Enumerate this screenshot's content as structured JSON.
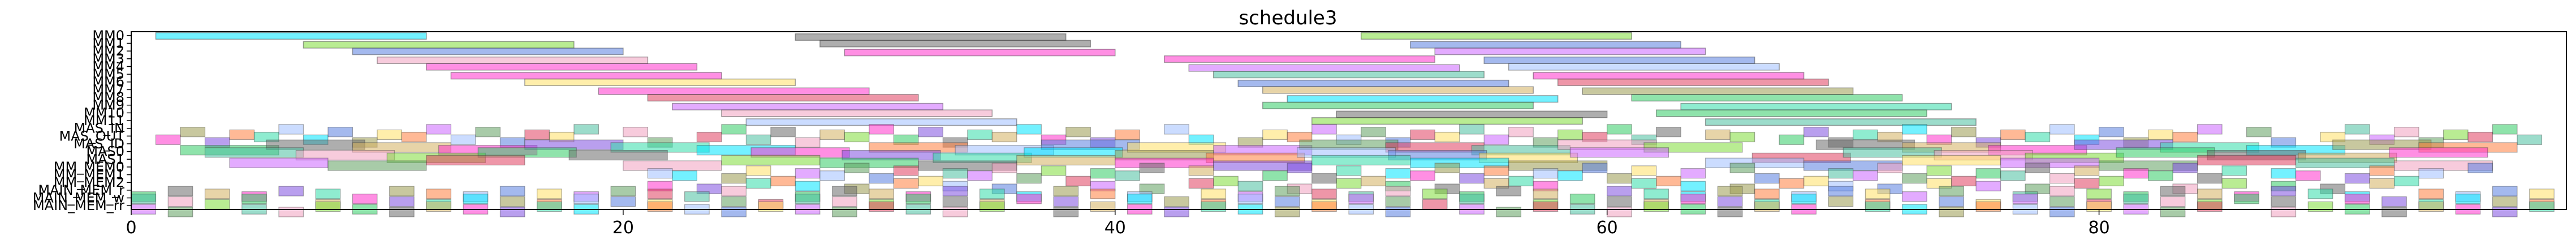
{
  "chart_data": {
    "type": "gantt",
    "title": "schedule3",
    "xlabel": "",
    "ylabel": "",
    "xlim": [
      0,
      99
    ],
    "xticks": [
      0,
      20,
      40,
      60,
      80
    ],
    "xtick_labels": [
      "0",
      "20",
      "40",
      "60",
      "80"
    ],
    "grid": false,
    "rows": [
      "MM0",
      "MM1",
      "MM2",
      "MM3",
      "MM4",
      "MM5",
      "MM6",
      "MM7",
      "MM8",
      "MM9",
      "MM10",
      "MM11",
      "MAS_IN",
      "MAS_OUT",
      "MAS_ID",
      "MAS0",
      "MAS1",
      "MM_MEM0",
      "MM_MEM1",
      "MM_MEM2",
      "MAIN_MEM_r",
      "MAIN_MEM_w",
      "MAIN_MEM_rr"
    ],
    "ytick_labels": [
      "MM0",
      "MM1",
      "MM2",
      "MM3",
      "MM4",
      "MM5",
      "MM6",
      "MM7",
      "MM8",
      "MM9",
      "MM10",
      "MM11",
      "MAS_IN",
      "MAS_OUT",
      "MAS_ID",
      "MAS0",
      "MAS1",
      "MM_MEM0",
      "MM_MEM1",
      "MM_MEM2",
      "MAIN_MEM_r",
      "MAIN_MEM_w",
      "MAIN_MEM_rr"
    ],
    "palette": [
      "#00e5ff",
      "#7fdd3a",
      "#5a7fe0",
      "#ff33cc",
      "#e04060",
      "#9a9a50",
      "#33cc66",
      "#ffe066",
      "#8050e0",
      "#4bbfa0",
      "#ff8040",
      "#6b6b6b",
      "#cc66ff",
      "#33ddaa",
      "#f0a0c0",
      "#a0c0ff",
      "#d4b060",
      "#60a060"
    ],
    "long_tasks": [
      {
        "row": 0,
        "start": 1,
        "end": 12,
        "color": 0
      },
      {
        "row": 0,
        "start": 27,
        "end": 38,
        "color": 11
      },
      {
        "row": 0,
        "start": 50,
        "end": 61,
        "color": 1
      },
      {
        "row": 1,
        "start": 7,
        "end": 18,
        "color": 1
      },
      {
        "row": 1,
        "start": 28,
        "end": 39,
        "color": 11
      },
      {
        "row": 1,
        "start": 52,
        "end": 63,
        "color": 2
      },
      {
        "row": 2,
        "start": 9,
        "end": 20,
        "color": 2
      },
      {
        "row": 2,
        "start": 29,
        "end": 40,
        "color": 3
      },
      {
        "row": 2,
        "start": 53,
        "end": 64,
        "color": 12
      },
      {
        "row": 3,
        "start": 10,
        "end": 21,
        "color": 14
      },
      {
        "row": 3,
        "start": 42,
        "end": 53,
        "color": 3
      },
      {
        "row": 3,
        "start": 55,
        "end": 66,
        "color": 2
      },
      {
        "row": 4,
        "start": 12,
        "end": 23,
        "color": 3
      },
      {
        "row": 4,
        "start": 43,
        "end": 54,
        "color": 12
      },
      {
        "row": 4,
        "start": 56,
        "end": 67,
        "color": 15
      },
      {
        "row": 5,
        "start": 13,
        "end": 24,
        "color": 3
      },
      {
        "row": 5,
        "start": 44,
        "end": 55,
        "color": 9
      },
      {
        "row": 5,
        "start": 57,
        "end": 68,
        "color": 3
      },
      {
        "row": 6,
        "start": 16,
        "end": 27,
        "color": 7
      },
      {
        "row": 6,
        "start": 45,
        "end": 56,
        "color": 2
      },
      {
        "row": 6,
        "start": 58,
        "end": 69,
        "color": 4
      },
      {
        "row": 7,
        "start": 19,
        "end": 30,
        "color": 3
      },
      {
        "row": 7,
        "start": 46,
        "end": 57,
        "color": 16
      },
      {
        "row": 7,
        "start": 59,
        "end": 70,
        "color": 5
      },
      {
        "row": 8,
        "start": 21,
        "end": 32,
        "color": 4
      },
      {
        "row": 8,
        "start": 47,
        "end": 58,
        "color": 0
      },
      {
        "row": 8,
        "start": 61,
        "end": 72,
        "color": 6
      },
      {
        "row": 9,
        "start": 22,
        "end": 33,
        "color": 12
      },
      {
        "row": 9,
        "start": 46,
        "end": 57,
        "color": 6
      },
      {
        "row": 9,
        "start": 63,
        "end": 74,
        "color": 13
      },
      {
        "row": 10,
        "start": 24,
        "end": 35,
        "color": 14
      },
      {
        "row": 10,
        "start": 49,
        "end": 60,
        "color": 11
      },
      {
        "row": 10,
        "start": 62,
        "end": 73,
        "color": 6
      },
      {
        "row": 11,
        "start": 25,
        "end": 36,
        "color": 15
      },
      {
        "row": 11,
        "start": 48,
        "end": 59,
        "color": 1
      },
      {
        "row": 11,
        "start": 64,
        "end": 75,
        "color": 9
      }
    ],
    "short_task_rows": [
      {
        "row": 12,
        "start": 0,
        "count": 60,
        "step": 2,
        "dur": 1
      },
      {
        "row": 13,
        "start": 1,
        "count": 58,
        "step": 2,
        "dur": 1
      },
      {
        "row": 14,
        "start": 2,
        "count": 28,
        "step": 3.5,
        "dur": 4
      },
      {
        "row": 15,
        "start": 3,
        "count": 26,
        "step": 3.7,
        "dur": 4
      },
      {
        "row": 16,
        "start": 4,
        "count": 24,
        "step": 4,
        "dur": 4
      },
      {
        "row": 17,
        "start": 21,
        "count": 38,
        "step": 2,
        "dur": 1
      },
      {
        "row": 18,
        "start": 22,
        "count": 36,
        "step": 2,
        "dur": 1
      },
      {
        "row": 19,
        "start": 21,
        "count": 36,
        "step": 2,
        "dur": 1
      },
      {
        "row": 20,
        "start": 0,
        "count": 66,
        "step": 1.5,
        "dur": 1
      },
      {
        "row": 21,
        "start": 0,
        "count": 66,
        "step": 1.5,
        "dur": 1
      },
      {
        "row": 22,
        "start": 0,
        "count": 66,
        "step": 1.5,
        "dur": 1
      }
    ]
  }
}
